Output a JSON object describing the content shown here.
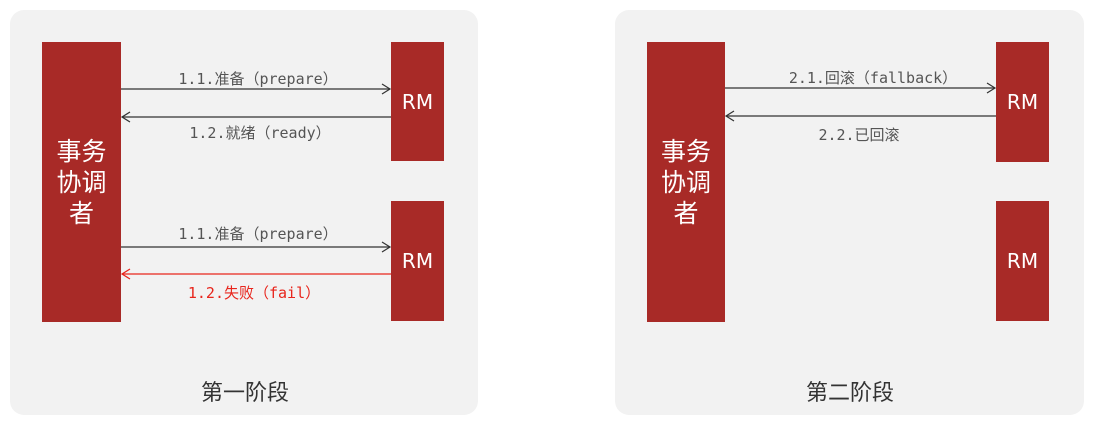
{
  "colors": {
    "box": "#a82a27",
    "arrow": "#333333",
    "fail": "#e8251c",
    "panel": "#f2f2f2"
  },
  "phase1": {
    "coordinator": "事务\n协调\n者",
    "rm_top": "RM",
    "rm_bottom": "RM",
    "msg_prepare_a": "1.1.准备（prepare）",
    "msg_ready": "1.2.就绪（ready）",
    "msg_prepare_b": "1.1.准备（prepare）",
    "msg_fail": "1.2.失败（fail）",
    "title": "第一阶段"
  },
  "phase2": {
    "coordinator": "事务\n协调\n者",
    "rm_top": "RM",
    "rm_bottom": "RM",
    "msg_fallback": "2.1.回滚（fallback）",
    "msg_rolled_back": "2.2.已回滚",
    "title": "第二阶段"
  }
}
